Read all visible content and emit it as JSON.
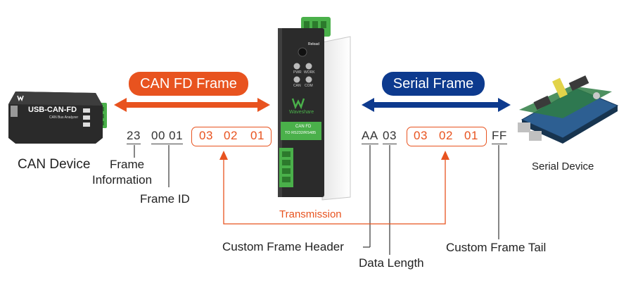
{
  "devices": {
    "can": {
      "label": "CAN Device",
      "body_text": "USB-CAN-FD",
      "sub_text": "CAN Bus Analyzer"
    },
    "converter": {
      "brand": "Waveshare",
      "model_line1": "CAN FD",
      "model_line2": "TO RS232/RS485",
      "reload": "Reload",
      "led1": "PWR",
      "led2": "WORK",
      "led3": "CAN",
      "led4": "COM"
    },
    "serial": {
      "label": "Serial Device"
    }
  },
  "arrows": {
    "left_label": "CAN FD Frame",
    "right_label": "Serial Frame"
  },
  "can_frame": {
    "info": "23",
    "id": "00 01",
    "payload": [
      "03",
      "02",
      "01"
    ]
  },
  "serial_frame": {
    "header": "AA",
    "length": "03",
    "payload": [
      "03",
      "02",
      "01"
    ],
    "tail": "FF"
  },
  "annotations": {
    "frame_info_1": "Frame",
    "frame_info_2": "Information",
    "frame_id": "Frame ID",
    "transmission": "Transmission",
    "header": "Custom Frame Header",
    "length": "Data Length",
    "tail": "Custom Frame Tail"
  },
  "colors": {
    "orange": "#e8531f",
    "navy": "#0d3a8e",
    "green": "#4aa640"
  }
}
